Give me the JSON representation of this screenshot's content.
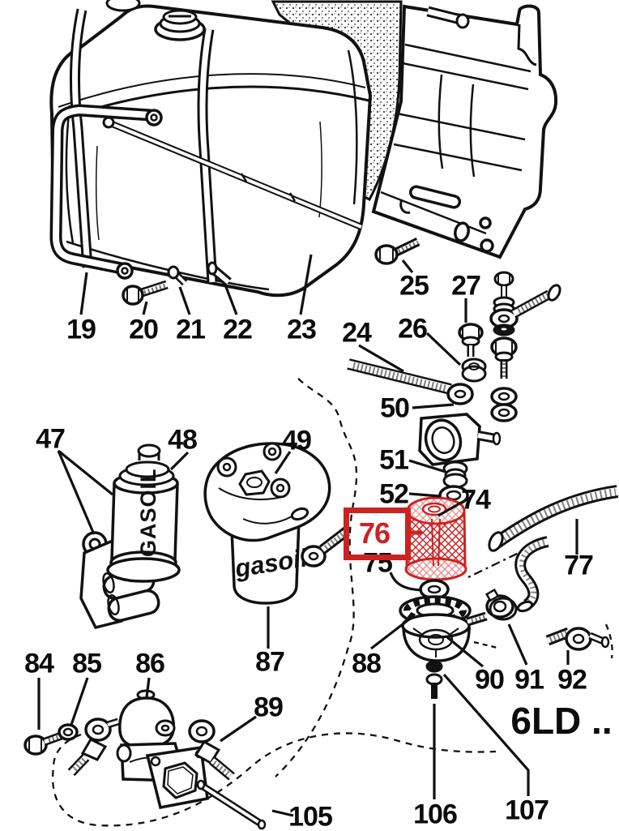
{
  "diagram": {
    "model_code": "6LD ..",
    "tank_filter_label": "GASOIL",
    "bowl_label": "gasoil",
    "highlight_color": "#cc2222",
    "highlighted_part": "76",
    "description": "fuel-system-exploded-parts-diagram"
  },
  "labels": {
    "p19": "19",
    "p20": "20",
    "p21": "21",
    "p22": "22",
    "p23": "23",
    "p24": "24",
    "p25": "25",
    "p26": "26",
    "p27": "27",
    "p47": "47",
    "p48": "48",
    "p49": "49",
    "p50": "50",
    "p51": "51",
    "p52": "52",
    "p74": "74",
    "p75": "75",
    "p76": "76",
    "p77": "77",
    "p84": "84",
    "p85": "85",
    "p86": "86",
    "p87": "87",
    "p88": "88",
    "p89": "89",
    "p90": "90",
    "p91": "91",
    "p92": "92",
    "p105": "105",
    "p106": "106",
    "p107": "107"
  }
}
